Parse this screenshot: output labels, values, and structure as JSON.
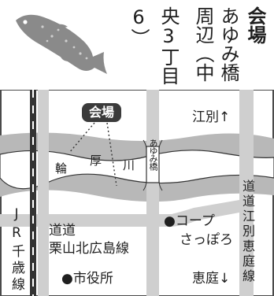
{
  "header": {
    "title": "会場",
    "subtitle_col1": "あゆみ橋",
    "subtitle_col2": "周辺（中",
    "subtitle_col3": "央3丁目",
    "subtitle_col4": "6）"
  },
  "map": {
    "venue_label": "会場",
    "river_chars": [
      "輪",
      "厚",
      "川"
    ],
    "bridge_label": "あゆみ橋",
    "north_label": "江別↑",
    "east_road_label": "道道江別恵庭線",
    "jr_line_label": "JR千歳線",
    "road_label_line1": "道道",
    "road_label_line2": "栗山北広島線",
    "landmark_coop_line1": "●コープ",
    "landmark_coop_line2": "さっぽろ",
    "landmark_city_office": "●市役所",
    "south_label": "恵庭↓"
  },
  "colors": {
    "river_band": "#b8b8b8",
    "road": "#cfcfcf",
    "rail": "#333333",
    "frame": "#4a4a4a",
    "fish": "#8a8a8a"
  }
}
